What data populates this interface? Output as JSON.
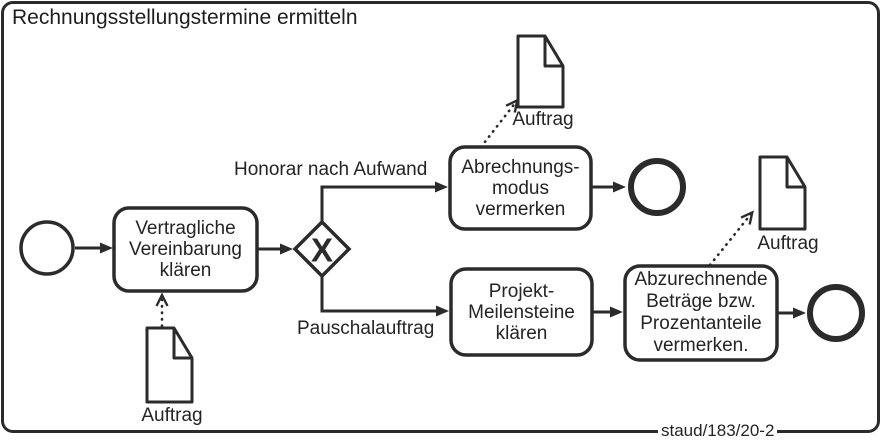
{
  "title": "Rechnungsstellungstermine ermitteln",
  "credit": "staud/183/20-2",
  "gateway": {
    "symbol": "X"
  },
  "tasks": [
    {
      "label": "Vertragliche\nVereinbarung\nklären"
    },
    {
      "label": "Abrechnungs-\nmodus\nvermerken"
    },
    {
      "label": "Projekt-\nMeilensteine\nklären"
    },
    {
      "label": "Abzurechnende\nBeträge bzw.\nProzentanteile\nvermerken."
    }
  ],
  "flow_labels": [
    {
      "label": "Honorar nach Aufwand"
    },
    {
      "label": "Pauschalauftrag"
    }
  ],
  "documents": [
    {
      "label": "Auftrag"
    },
    {
      "label": "Auftrag"
    },
    {
      "label": "Auftrag"
    }
  ],
  "colors": {
    "line": "#2b2b2b",
    "background": "#ffffff"
  }
}
